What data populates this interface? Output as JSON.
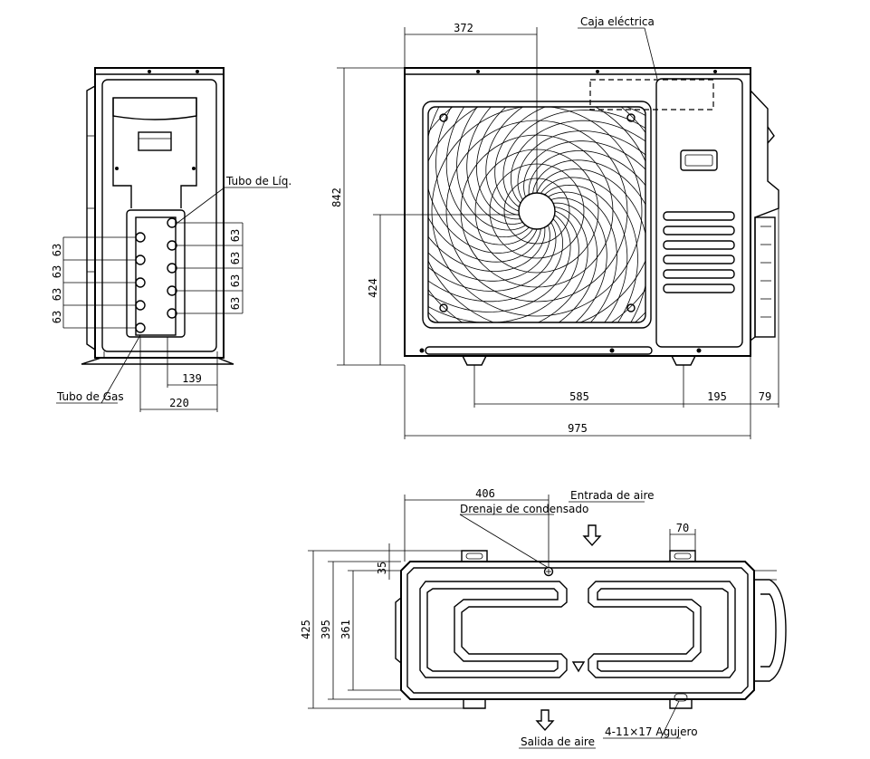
{
  "labels": {
    "caja_electrica": "Caja eléctrica",
    "tubo_liq": "Tubo de Líq.",
    "tubo_gas": "Tubo de Gas",
    "drenaje": "Drenaje de condensado",
    "entrada_aire": "Entrada de aire",
    "salida_aire": "Salida de aire",
    "agujero": "4-11×17 Agujero"
  },
  "dimensions": {
    "front_fan_offset": "372",
    "front_height": "842",
    "front_fan_center_height": "424",
    "front_feet_spacing": "585",
    "front_right_foot": "195",
    "front_side_depth": "79",
    "front_width": "975",
    "side_139": "139",
    "side_220": "220",
    "side_pitch": "63",
    "top_drain_offset": "406",
    "top_slot": "70",
    "top_depth_total": "425",
    "top_depth_395": "395",
    "top_depth_361": "361",
    "top_35": "35"
  }
}
